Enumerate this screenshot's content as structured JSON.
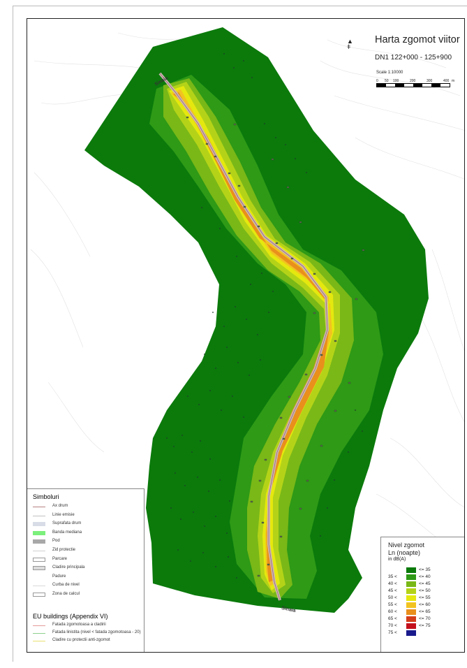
{
  "map": {
    "title": "Harta zgomot viitor",
    "subtitle": "DN1  122+000 - 125+900",
    "scale_label": "Scale 1:10000",
    "scale_ticks": [
      "0",
      "50",
      "100",
      "200",
      "300",
      "400"
    ],
    "scale_unit": "m",
    "north_symbol": "north-arrow",
    "place_labels": [
      "Sinaia",
      "Sinaia"
    ]
  },
  "symbols": {
    "title": "Simboluri",
    "items": [
      {
        "label": "Ax drum",
        "style": "line",
        "color": "#b88080"
      },
      {
        "label": "Linie emisie",
        "style": "line",
        "color": "#c0c0c0"
      },
      {
        "label": "Suprafata drum",
        "style": "fill",
        "color": "#d8dce6"
      },
      {
        "label": "Banda mediana",
        "style": "fill",
        "color": "#7cf07c"
      },
      {
        "label": "Pod",
        "style": "fill",
        "color": "#a8a8a8"
      },
      {
        "label": "Zid protectie",
        "style": "line",
        "color": "#d0d0d0"
      },
      {
        "label": "Parcare",
        "style": "box",
        "color": "#ffffff"
      },
      {
        "label": "Cladire principala",
        "style": "box",
        "color": "#dcdcdc"
      },
      {
        "label": "Padure",
        "style": "none",
        "color": "#ffffff"
      },
      {
        "label": "Curba de nivel",
        "style": "line",
        "color": "#d8d8d8"
      },
      {
        "label": "Zona de calcul",
        "style": "box",
        "color": "#ffffff"
      }
    ],
    "eu_title": "EU buildings (Appendix VI)",
    "eu_items": [
      {
        "label": "Fatada zgomotoasa a cladirii",
        "color": "#e59a9a"
      },
      {
        "label": "Fatada linistita (nivel < fatada zgomotoasa - 20)",
        "color": "#8fd08f"
      },
      {
        "label": "Cladire cu protectii anti-zgomot",
        "color": "#e8e070"
      }
    ]
  },
  "levels": {
    "title": "Nivel zgomot",
    "subtitle": "Ln (noapte)",
    "unit": "in dB(A)",
    "classes": [
      {
        "lo": "",
        "hi": "<= 35",
        "color": "#0b7a0b"
      },
      {
        "lo": "35 <",
        "hi": "<= 40",
        "color": "#2e9a16"
      },
      {
        "lo": "40 <",
        "hi": "<= 45",
        "color": "#79b817"
      },
      {
        "lo": "45 <",
        "hi": "<= 50",
        "color": "#b4d318"
      },
      {
        "lo": "50 <",
        "hi": "<= 55",
        "color": "#e5e80e"
      },
      {
        "lo": "55 <",
        "hi": "<= 60",
        "color": "#f2c320"
      },
      {
        "lo": "60 <",
        "hi": "<= 65",
        "color": "#e98f1c"
      },
      {
        "lo": "65 <",
        "hi": "<= 70",
        "color": "#d43d1a"
      },
      {
        "lo": "70 <",
        "hi": "<= 75",
        "color": "#c4101c"
      },
      {
        "lo": "75 <",
        "hi": "",
        "color": "#1a1a8c"
      }
    ]
  }
}
